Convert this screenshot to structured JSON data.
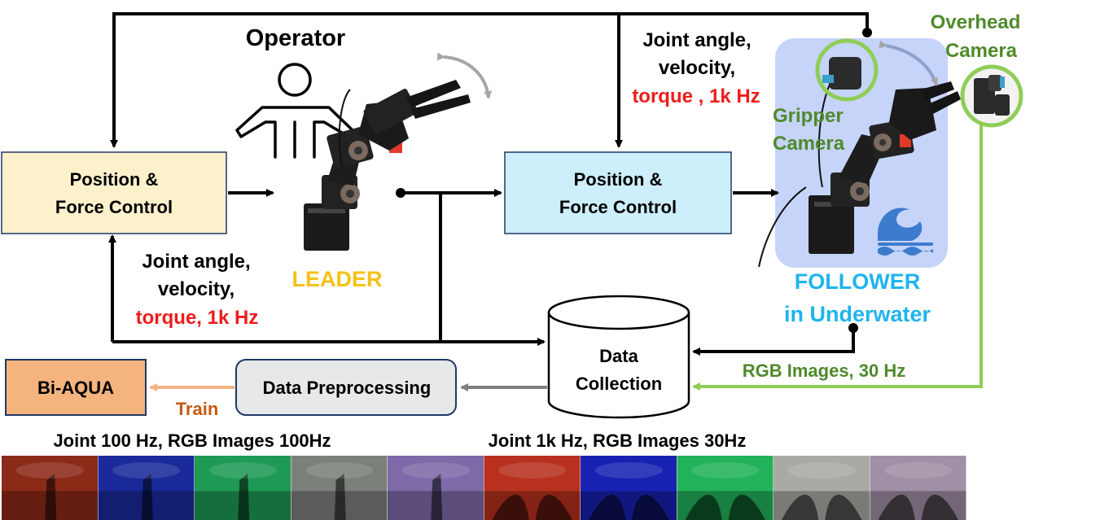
{
  "title": "Operator",
  "boxes": {
    "leader_control": [
      "Position &",
      "Force Control"
    ],
    "follower_control": [
      "Position &",
      "Force Control"
    ],
    "data_collection": [
      "Data",
      "Collection"
    ],
    "data_preprocessing": "Data Preprocessing",
    "model": "Bi-AQUA"
  },
  "labels": {
    "leader": "LEADER",
    "follower": [
      "FOLLOWER",
      "in Underwater"
    ],
    "overhead_camera": [
      "Overhead",
      "Camera"
    ],
    "gripper_camera": [
      "Gripper",
      "Camera"
    ],
    "train": "Train",
    "rgb_images_30hz": "RGB Images, 30 Hz",
    "leader_feedback": [
      "Joint angle,",
      "velocity,",
      "torque, 1k Hz"
    ],
    "follower_feedback": [
      "Joint angle,",
      "velocity,",
      "torque , 1k Hz"
    ],
    "row_100hz": "Joint 100 Hz, RGB Images 100Hz",
    "row_1khz": "Joint 1k Hz, RGB Images 30Hz"
  },
  "colors": {
    "leader_box": "#fdf1cc",
    "follower_box": "#cdeefb",
    "model_box": "#f5b37e",
    "preproc_box": "#e7e8ea",
    "leader_text": "#f5c116",
    "follower_text": "#1fb4ee",
    "torque_text": "#ee1c1c",
    "camera_green": "#4f8a2b",
    "image_line": "#8fcd56",
    "train_arrow": "#f4b183",
    "train_text": "#c55a11",
    "water_panel": "#c6d4fa",
    "water_icon": "#3d7ccd"
  },
  "thumbnails": [
    {
      "color": "red-tint",
      "hex": "#8c2a18"
    },
    {
      "color": "blue-tint",
      "hex": "#1a2a9a"
    },
    {
      "color": "green-tint",
      "hex": "#1e9a55"
    },
    {
      "color": "gray-tint",
      "hex": "#7c807a"
    },
    {
      "color": "purple-tint",
      "hex": "#7e6aa8"
    },
    {
      "color": "red-tint",
      "hex": "#b8311e"
    },
    {
      "color": "blue-tint",
      "hex": "#1722b2"
    },
    {
      "color": "green-tint",
      "hex": "#22b25a"
    },
    {
      "color": "gray-tint",
      "hex": "#a9aaa6"
    },
    {
      "color": "purple-tint",
      "hex": "#a08fa6"
    }
  ]
}
